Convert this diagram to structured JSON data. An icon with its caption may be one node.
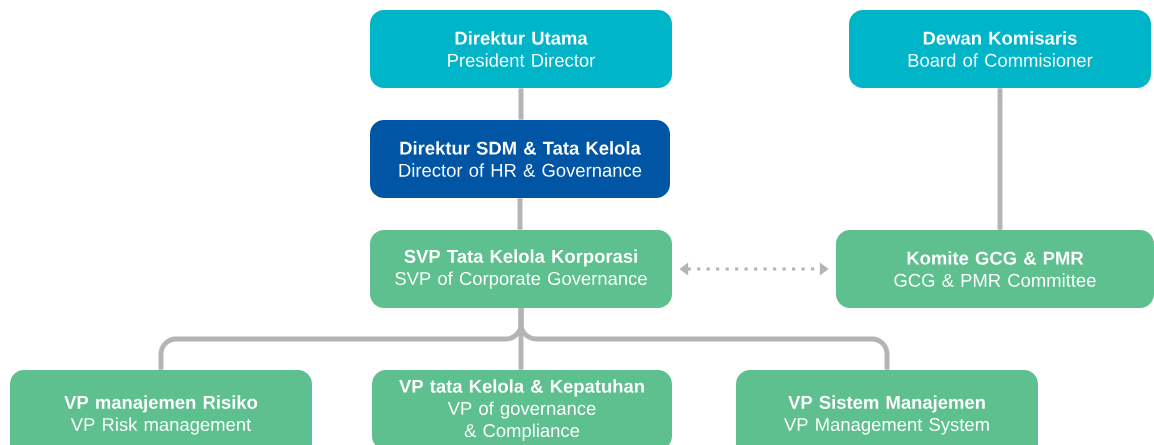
{
  "diagram": {
    "nodes": [
      {
        "text": [
          "Direktur Utama",
          "President Director"
        ]
      },
      {
        "text": [
          "Dewan Komisaris",
          "Board of Commisioner"
        ]
      },
      {
        "text": [
          "Direktur SDM & Tata Kelola",
          "Director of HR & Governance"
        ]
      },
      {
        "text": [
          "SVP Tata Kelola Korporasi",
          "SVP of Corporate Governance"
        ]
      },
      {
        "text": [
          "Komite GCG & PMR",
          "GCG & PMR Committee"
        ]
      },
      {
        "text": [
          "VP manajemen Risiko",
          "VP Risk management"
        ]
      },
      {
        "text": [
          "VP tata Kelola & Kepatuhan",
          "VP of governance & Compliance"
        ]
      },
      {
        "text": [
          "VP Sistem Manajemen",
          "VP Management System"
        ]
      }
    ],
    "edges": [
      {
        "from": 0,
        "to": 2,
        "arrow": "none"
      },
      {
        "from": 2,
        "to": 3,
        "arrow": "none"
      },
      {
        "from": 1,
        "to": 4,
        "arrow": "none"
      },
      {
        "from": 3,
        "to": 4,
        "arrow": "both",
        "style": "dashed"
      },
      {
        "from": 3,
        "to": 5,
        "arrow": "none"
      },
      {
        "from": 3,
        "to": 6,
        "arrow": "none"
      },
      {
        "from": 3,
        "to": 7,
        "arrow": "none"
      }
    ]
  }
}
